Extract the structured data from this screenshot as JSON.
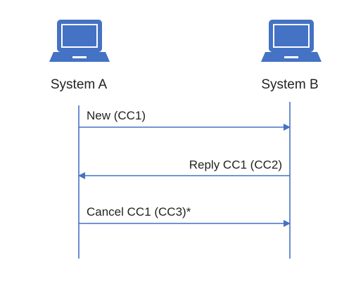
{
  "colors": {
    "accent": "#4472C4",
    "laptop_screen": "#4472C4",
    "laptop_base": "#4472C4",
    "text": "#222222",
    "background": "#FFFFFF"
  },
  "participants": [
    {
      "id": "system-a",
      "label": "System A",
      "icon": "laptop-icon"
    },
    {
      "id": "system-b",
      "label": "System B",
      "icon": "laptop-icon"
    }
  ],
  "messages": [
    {
      "label": "New (CC1)",
      "from": "system-a",
      "to": "system-b"
    },
    {
      "label": "Reply CC1 (CC2)",
      "from": "system-b",
      "to": "system-a"
    },
    {
      "label": "Cancel CC1 (CC3)*",
      "from": "system-a",
      "to": "system-b"
    }
  ]
}
